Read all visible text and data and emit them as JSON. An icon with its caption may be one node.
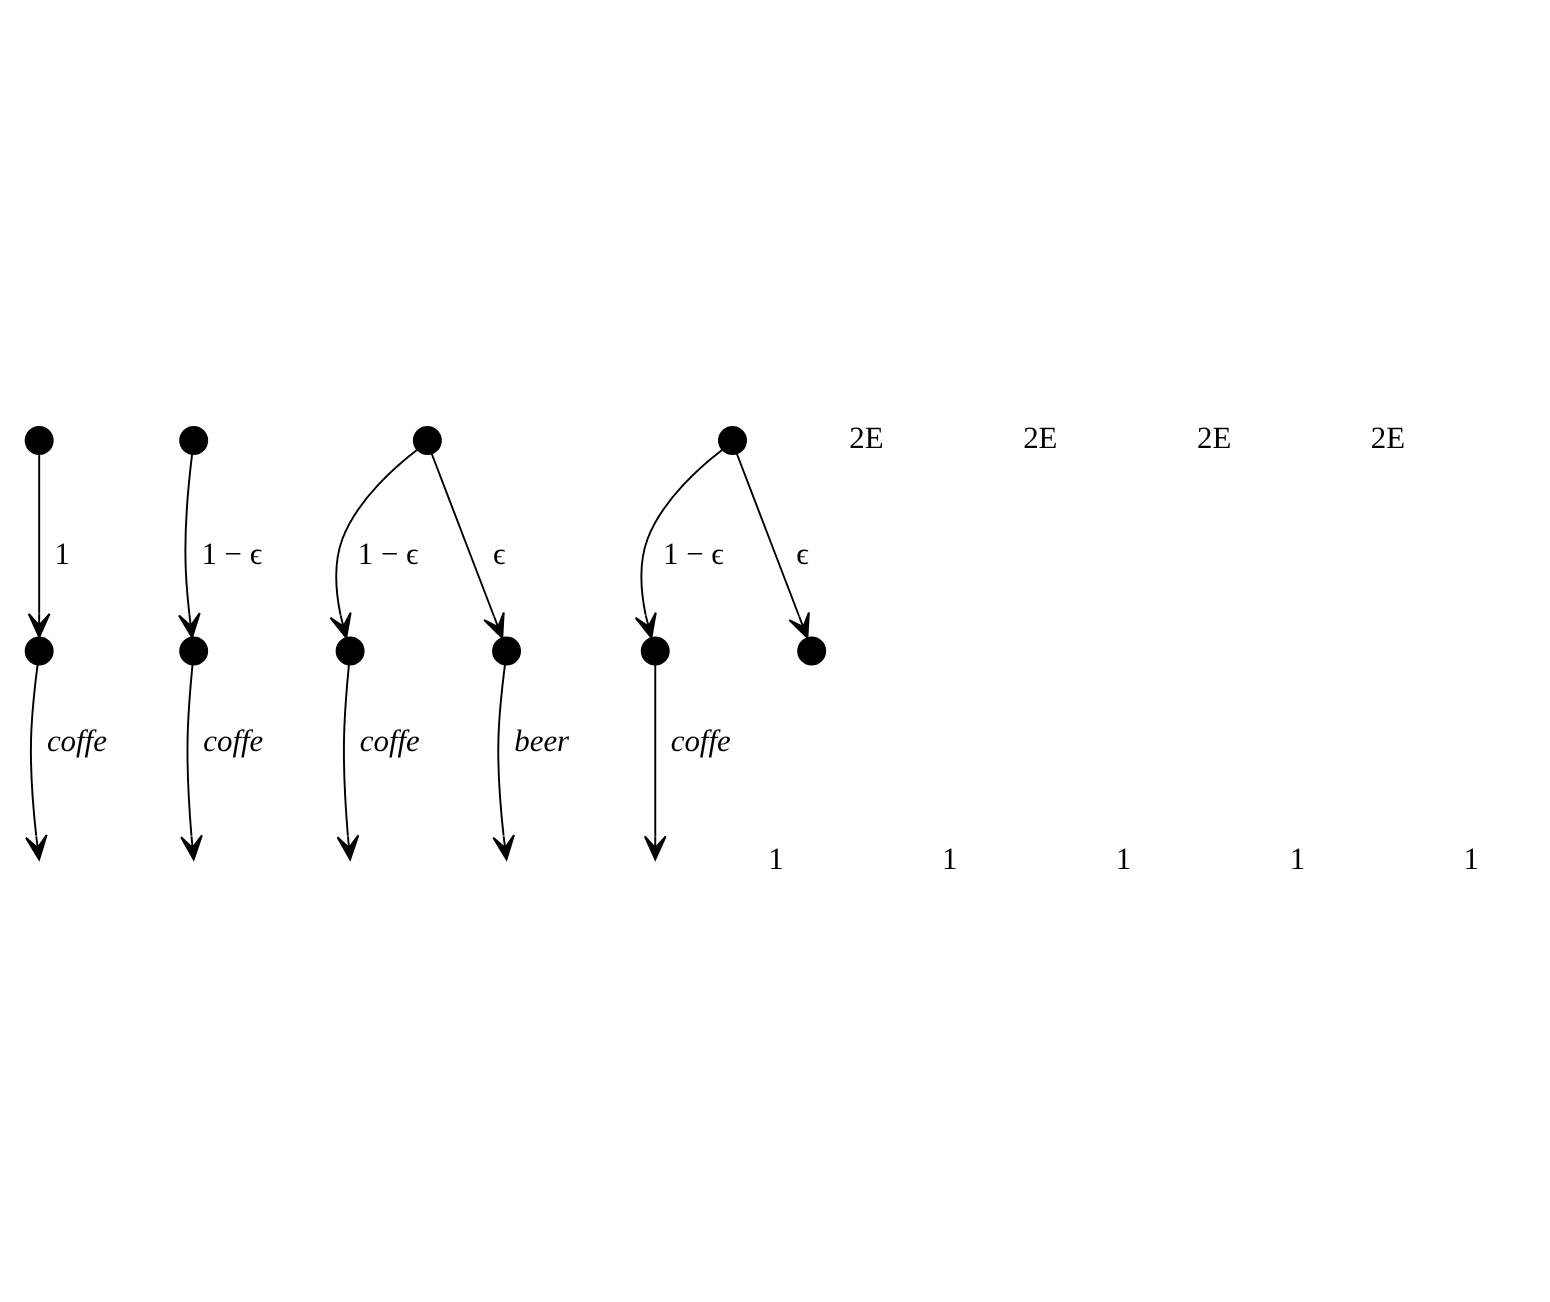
{
  "diagram": {
    "nodes": [
      {
        "text": [],
        "shape": "circle"
      },
      {
        "text": [],
        "shape": "circle"
      },
      {
        "text": [],
        "shape": "circle"
      },
      {
        "text": [],
        "shape": "circle"
      },
      {
        "text": [],
        "shape": "circle"
      },
      {
        "text": [],
        "shape": "circle"
      },
      {
        "text": [],
        "shape": "circle"
      },
      {
        "text": [],
        "shape": "circle"
      },
      {
        "text": [],
        "shape": "circle"
      },
      {
        "text": [],
        "shape": "circle"
      }
    ],
    "edges": [
      {
        "from": 0,
        "to": 1,
        "arrow": "to",
        "label": "1"
      },
      {
        "from": 1,
        "to": null,
        "arrow": "to",
        "label": "coffe"
      },
      {
        "from": 2,
        "to": 3,
        "arrow": "to",
        "label": "1 − ϵ"
      },
      {
        "from": 3,
        "to": null,
        "arrow": "to",
        "label": "coffe"
      },
      {
        "from": 4,
        "to": 5,
        "arrow": "to",
        "label": "1 − ϵ"
      },
      {
        "from": 4,
        "to": 6,
        "arrow": "to",
        "label": "ϵ"
      },
      {
        "from": 5,
        "to": null,
        "arrow": "to",
        "label": "coffe"
      },
      {
        "from": 6,
        "to": null,
        "arrow": "to",
        "label": "beer"
      },
      {
        "from": 7,
        "to": 8,
        "arrow": "to",
        "label": "1 − ϵ"
      },
      {
        "from": 7,
        "to": 9,
        "arrow": "to",
        "label": "ϵ"
      },
      {
        "from": 8,
        "to": null,
        "arrow": "to",
        "label": "coffe"
      }
    ],
    "labels": [
      "2E",
      "2E",
      "2E",
      "2E",
      "1",
      "1",
      "1",
      "1",
      "1"
    ]
  }
}
